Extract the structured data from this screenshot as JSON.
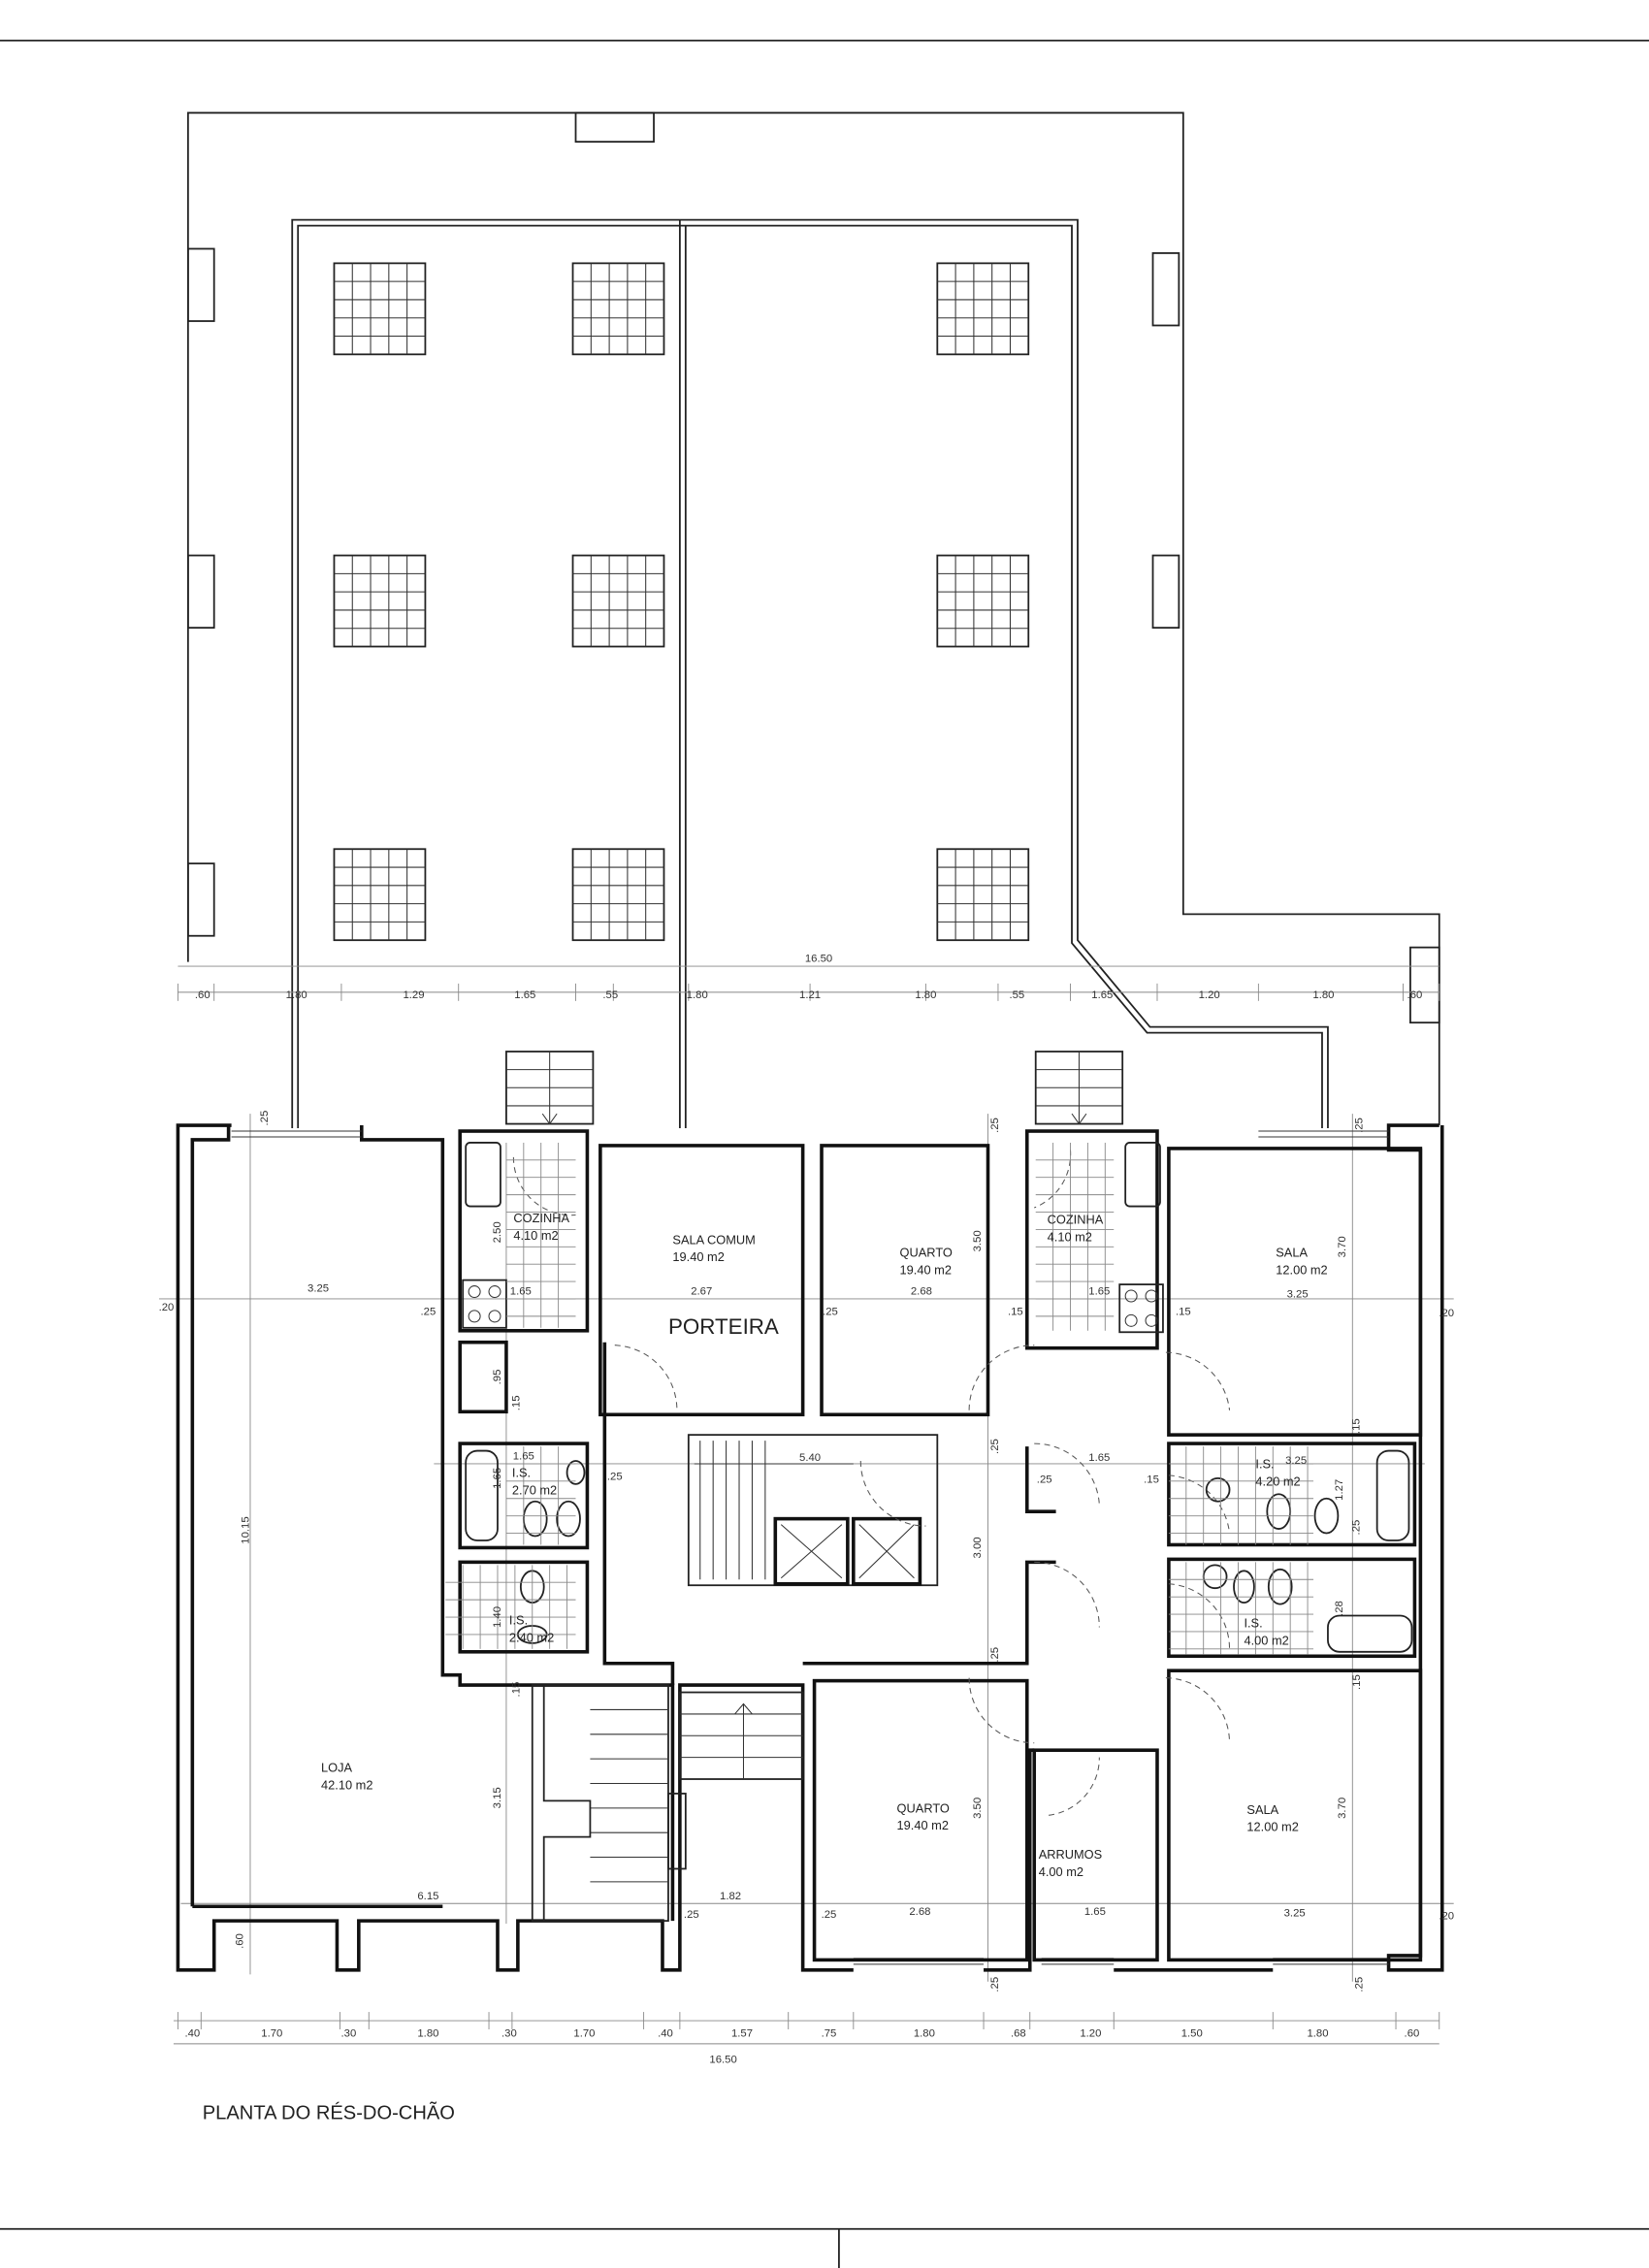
{
  "title": "PLANTA DO RÉS-DO-CHÃO",
  "porteira_label": "PORTEIRA",
  "rooms": [
    {
      "name": "COZINHA",
      "area": "4.10 m2"
    },
    {
      "name": "SALA COMUM",
      "area": "19.40 m2"
    },
    {
      "name": "QUARTO",
      "area": "19.40 m2"
    },
    {
      "name": "COZINHA",
      "area": "4.10 m2"
    },
    {
      "name": "SALA",
      "area": "12.00 m2"
    },
    {
      "name": "I.S.",
      "area": "2.70 m2"
    },
    {
      "name": "I.S.",
      "area": "4.20 m2"
    },
    {
      "name": "I.S.",
      "area": "2.40 m2"
    },
    {
      "name": "I.S.",
      "area": "4.00 m2"
    },
    {
      "name": "LOJA",
      "area": "42.10 m2"
    },
    {
      "name": "QUARTO",
      "area": "19.40 m2"
    },
    {
      "name": "ARRUMOS",
      "area": "4.00 m2"
    },
    {
      "name": "SALA",
      "area": "12.00 m2"
    }
  ],
  "dimensions": {
    "top_total": "16.50",
    "top": [
      ".60",
      "1.80",
      "1.29",
      "1.65",
      ".55",
      "1.80",
      "1.21",
      "1.80",
      ".55",
      "1.65",
      "1.20",
      "1.80",
      ".60"
    ],
    "bottom_total": "16.50",
    "bottom": [
      ".40",
      "1.70",
      ".30",
      "1.80",
      ".30",
      "1.70",
      ".40",
      "1.57",
      ".75",
      "1.80",
      ".68",
      "1.20",
      "1.50",
      "1.80",
      ".60"
    ],
    "interior": [
      "3.25",
      ".25",
      ".20",
      "2.50",
      "1.65",
      "2.67",
      ".25",
      "2.68",
      "3.50",
      ".15",
      "1.65",
      ".15",
      "3.25",
      "3.70",
      ".20",
      ".95",
      ".15",
      "1.65",
      "1.65",
      ".25",
      "5.40",
      ".25",
      ".25",
      "1.65",
      ".15",
      "3.25",
      "1.27",
      ".25",
      ".15",
      "3.00",
      "1.40",
      ".28",
      ".25",
      ".15",
      ".15",
      "10.15",
      "3.15",
      "6.15",
      "1.82",
      ".25",
      ".25",
      "2.68",
      "1.65",
      "3.25",
      ".20",
      ".60",
      "3.50",
      "3.70",
      ".25",
      ".25",
      ".25",
      ".25",
      ".25"
    ]
  }
}
